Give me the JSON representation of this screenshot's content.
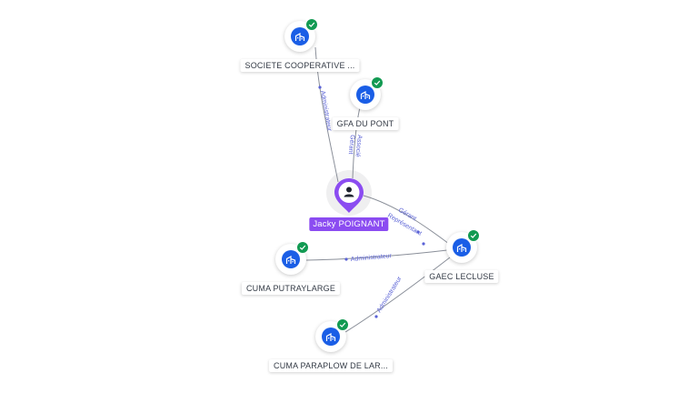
{
  "graph": {
    "person": {
      "name": "Jacky POIGNANT",
      "icon": "person-icon"
    },
    "companies": [
      {
        "id": "cooperative",
        "name": "SOCIETE COOPERATIVE ...",
        "icon": "company-icon",
        "status": "verified-check-icon"
      },
      {
        "id": "gfa",
        "name": "GFA DU PONT",
        "icon": "company-icon",
        "status": "verified-check-icon"
      },
      {
        "id": "gaec",
        "name": "GAEC LECLUSE",
        "icon": "company-icon",
        "status": "verified-check-icon"
      },
      {
        "id": "putraylarge",
        "name": "CUMA PUTRAYLARGE",
        "icon": "company-icon",
        "status": "verified-check-icon"
      },
      {
        "id": "paraplow",
        "name": "CUMA PARAPLOW DE LAR...",
        "icon": "company-icon",
        "status": "verified-check-icon"
      }
    ],
    "edges": [
      {
        "id": "person-cooperative",
        "labels": [
          "Administrateur"
        ]
      },
      {
        "id": "person-gfa",
        "labels": [
          "Gérant",
          "Associé"
        ]
      },
      {
        "id": "person-gaec",
        "labels": [
          "Gérant",
          "Représentant"
        ]
      },
      {
        "id": "gaec-putraylarge",
        "labels": [
          "Administrateur"
        ]
      },
      {
        "id": "gaec-paraplow",
        "labels": [
          "Administrateur"
        ]
      }
    ],
    "colors": {
      "person": "#8b4cf1",
      "company": "#1a5ee6",
      "verified": "#129a52",
      "edge": "#8a8f99",
      "edge_label": "#5a62d6"
    }
  }
}
